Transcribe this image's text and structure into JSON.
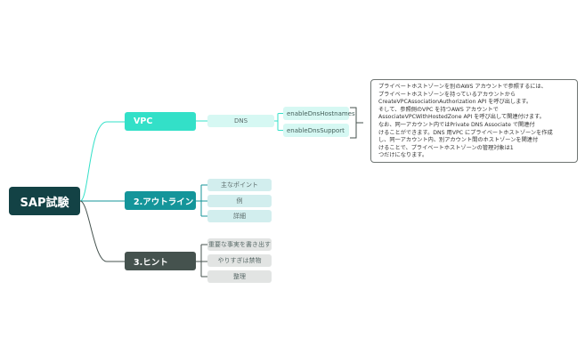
{
  "root": {
    "label": "SAP試験"
  },
  "branches": [
    {
      "label": "VPC",
      "color": "#33e0c8",
      "children": [
        {
          "label": "DNS",
          "children": [
            {
              "label": "enableDnsHostnames"
            },
            {
              "label": "enableDnsSupport"
            }
          ]
        }
      ]
    },
    {
      "label": "2.アウトライン",
      "color": "#14959a",
      "children": [
        {
          "label": "主なポイント"
        },
        {
          "label": "例"
        },
        {
          "label": "詳細"
        }
      ]
    },
    {
      "label": "3.ヒント",
      "color": "#45524e",
      "children": [
        {
          "label": "重要な事実を書き出す"
        },
        {
          "label": "やりすぎは禁物"
        },
        {
          "label": "整理"
        }
      ]
    }
  ],
  "note": {
    "lines": [
      "プライベートホストゾーンを別のAWS アカウントで参照するには、",
      "プライベートホストゾーンを持っているアカウントから",
      "CreateVPCAssociationAuthorization API を呼び出します。",
      "そして、参照側のVPC を持つAWS アカウントで",
      "AssociateVPCWithHostedZone API を呼び出して関連付けます。",
      "なお、同一アカウント内ではPrivate DNS Associate で関連付",
      "けることができます。DNS 用VPC にプライベートホストゾーンを作成",
      "し、同一アカウント内、別アカウント間のホストゾーンを関連付",
      "けることで、プライベートホストゾーンの管理対象は1",
      "つだけになります。"
    ]
  }
}
